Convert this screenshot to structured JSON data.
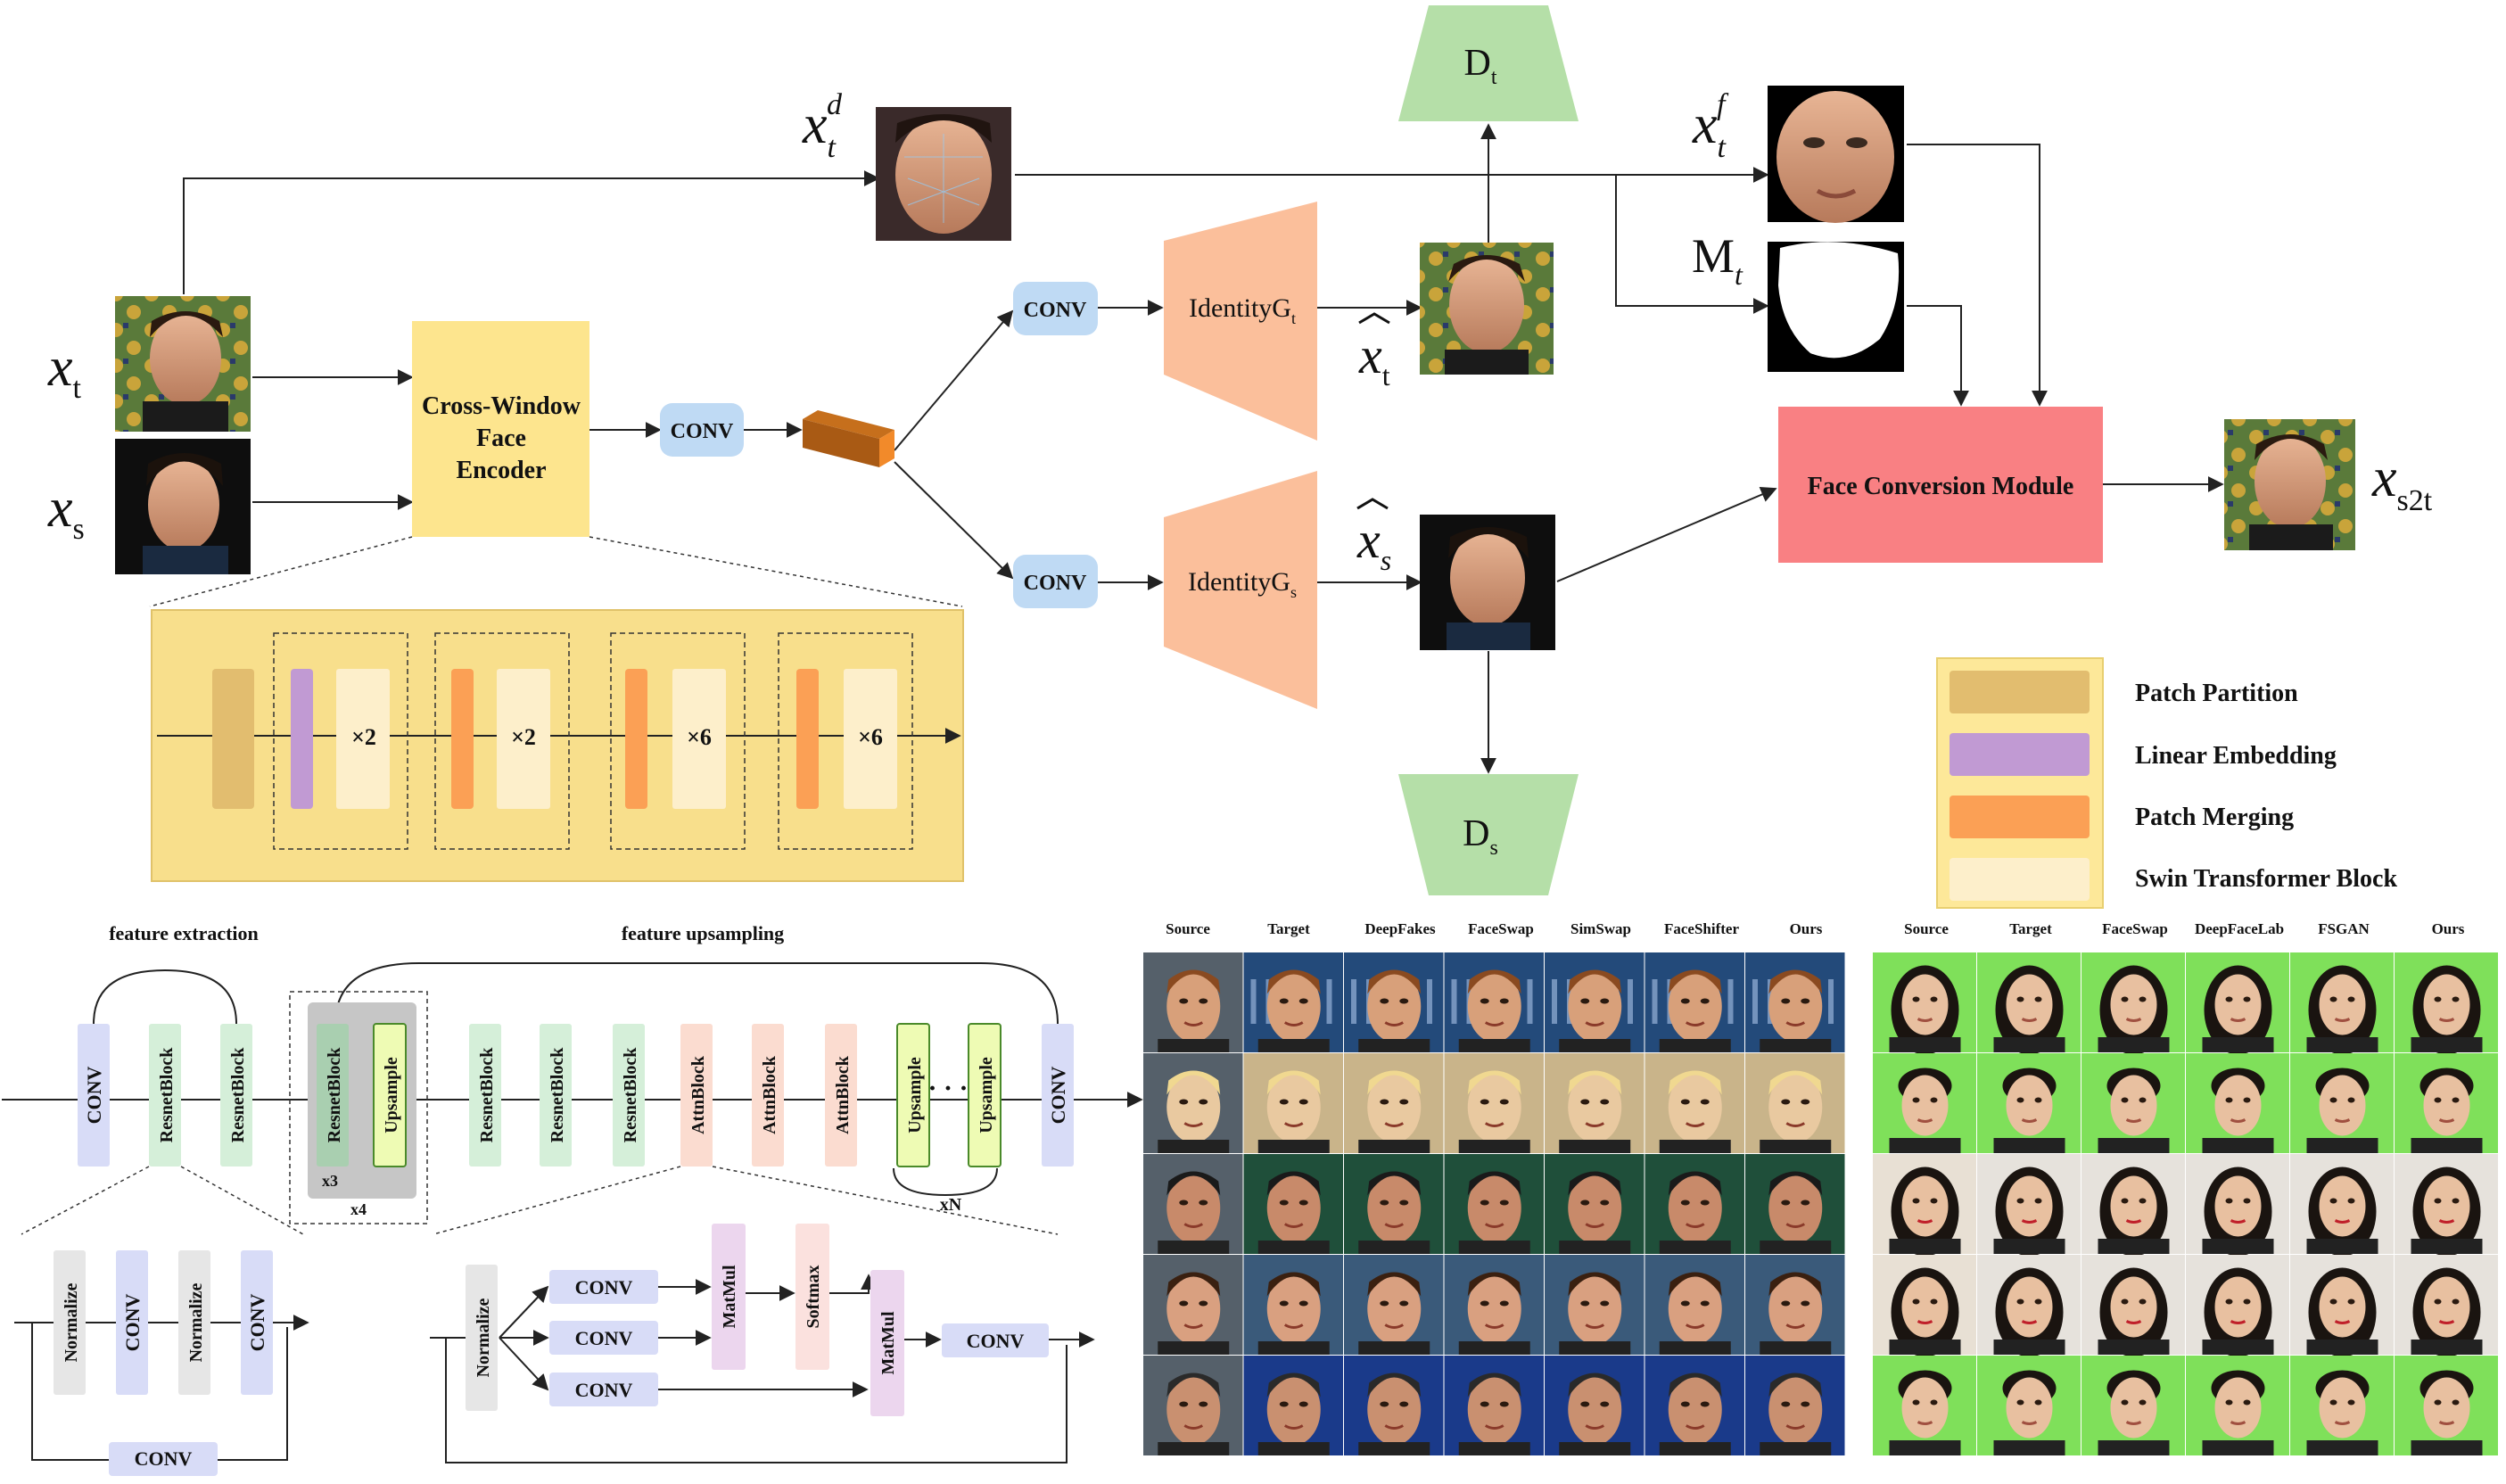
{
  "top": {
    "xt": {
      "base": "x",
      "sub": "t"
    },
    "xs": {
      "base": "x",
      "sub": "s"
    },
    "xtd": {
      "base": "x",
      "sub": "t",
      "sup": "d"
    },
    "xtf": {
      "base": "x",
      "sub": "t",
      "sup": "f"
    },
    "mt": {
      "base": "M",
      "sub": "t"
    },
    "xt_hat": {
      "base": "x",
      "sub": "t"
    },
    "xs_hat": {
      "base": "x",
      "sub": "s"
    },
    "xs2t": {
      "base": "x",
      "sub": "s2t"
    },
    "dt": {
      "base": "D",
      "sub": "t"
    },
    "ds": {
      "base": "D",
      "sub": "s"
    },
    "encoder_lines": [
      "Cross-Window",
      "Face",
      "Encoder"
    ],
    "conv": "CONV",
    "identity_t": {
      "base": "IdentityG",
      "sub": "t"
    },
    "identity_s": {
      "base": "IdentityG",
      "sub": "s"
    },
    "fcm": "Face Conversion Module",
    "stage_repeats": [
      "×2",
      "×2",
      "×6",
      "×6"
    ]
  },
  "legend": {
    "items": [
      {
        "label": "Patch Partition",
        "color": "#e2bd6f"
      },
      {
        "label": "Linear Embedding",
        "color": "#c19ad3"
      },
      {
        "label": "Patch Merging",
        "color": "#fba055"
      },
      {
        "label": "Swin Transformer Block",
        "color": "#fdefcb"
      }
    ]
  },
  "decoder": {
    "section_labels": {
      "extraction": "feature extraction",
      "upsampling": "feature upsampling"
    },
    "blocks": {
      "conv": "CONV",
      "resnet": "ResnetBlock",
      "upsample": "Upsample",
      "attn": "AttnBlock",
      "normalize": "Normalize",
      "matmul": "MatMul",
      "softmax": "Softmax"
    },
    "repeat_x3": "x3",
    "repeat_x4": "x4",
    "repeat_xn": "xN",
    "ellipsis": "· · ·"
  },
  "results": {
    "left_headers": [
      "Source",
      "Target",
      "DeepFakes",
      "FaceSwap",
      "SimSwap",
      "FaceShifter",
      "Ours"
    ],
    "right_headers": [
      "Source",
      "Target",
      "FaceSwap",
      "DeepFaceLab",
      "FSGAN",
      "Ours"
    ]
  },
  "colors": {
    "encoder": "#fde58e",
    "conv": "#bfdaf4",
    "identity": "#fbbf9b",
    "discriminator": "#b5dfa8",
    "fcm": "#f98083",
    "resnet": "#d5efd9",
    "upsample": "#eefbb4",
    "attn": "#fbdcd0",
    "dconv": "#d8dcf7",
    "gray": "#e6e6e6",
    "matmul": "#ecd6ee",
    "softmax": "#fbe1de",
    "greenscreen": "#7fe05a",
    "news": "#234a7a"
  }
}
